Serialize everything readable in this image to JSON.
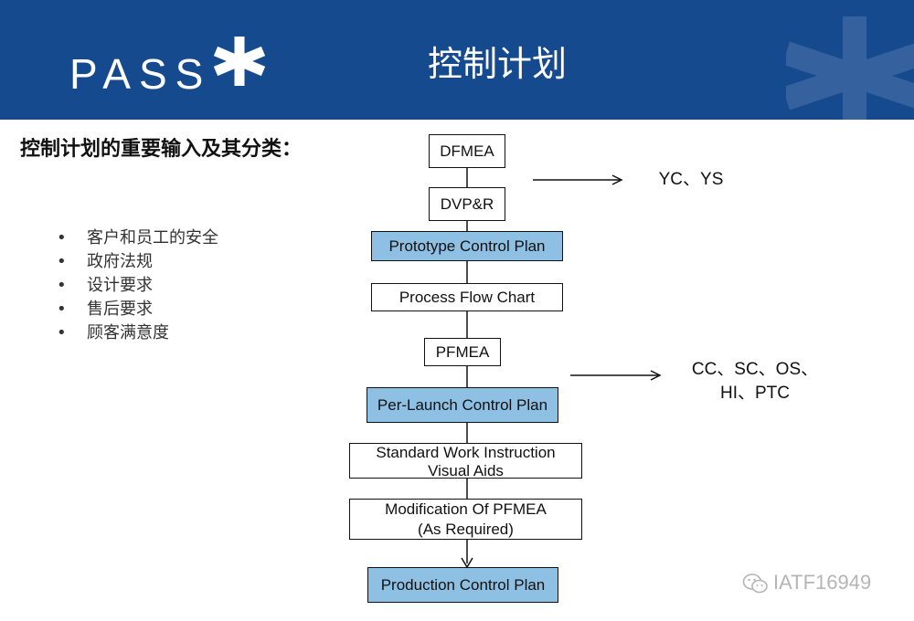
{
  "header": {
    "logo_text": "PASS",
    "title": "控制计划",
    "bg_color": "#164a8e"
  },
  "subtitle": "控制计划的重要输入及其分类：",
  "bullets": [
    "客户和员工的安全",
    "政府法规",
    "设计要求",
    "售后要求",
    "顾客满意度"
  ],
  "flow": {
    "steps": [
      {
        "label": "DFMEA",
        "highlight": false
      },
      {
        "label": "DVP&R",
        "highlight": false
      },
      {
        "label": "Prototype Control Plan",
        "highlight": true
      },
      {
        "label": "Process Flow Chart",
        "highlight": false
      },
      {
        "label": "PFMEA",
        "highlight": false
      },
      {
        "label": "Per-Launch Control Plan",
        "highlight": true
      },
      {
        "label": "Standard Work Instruction\nVisual Aids",
        "highlight": false
      },
      {
        "label": "Modification Of PFMEA\n(As Required)",
        "highlight": false
      },
      {
        "label": "Production Control Plan",
        "highlight": true
      }
    ],
    "highlight_color": "#8ec0e4"
  },
  "side_labels": {
    "top": "YC、YS",
    "middle_line1": "CC、SC、OS、",
    "middle_line2": "HI、PTC"
  },
  "watermark": "IATF16949"
}
